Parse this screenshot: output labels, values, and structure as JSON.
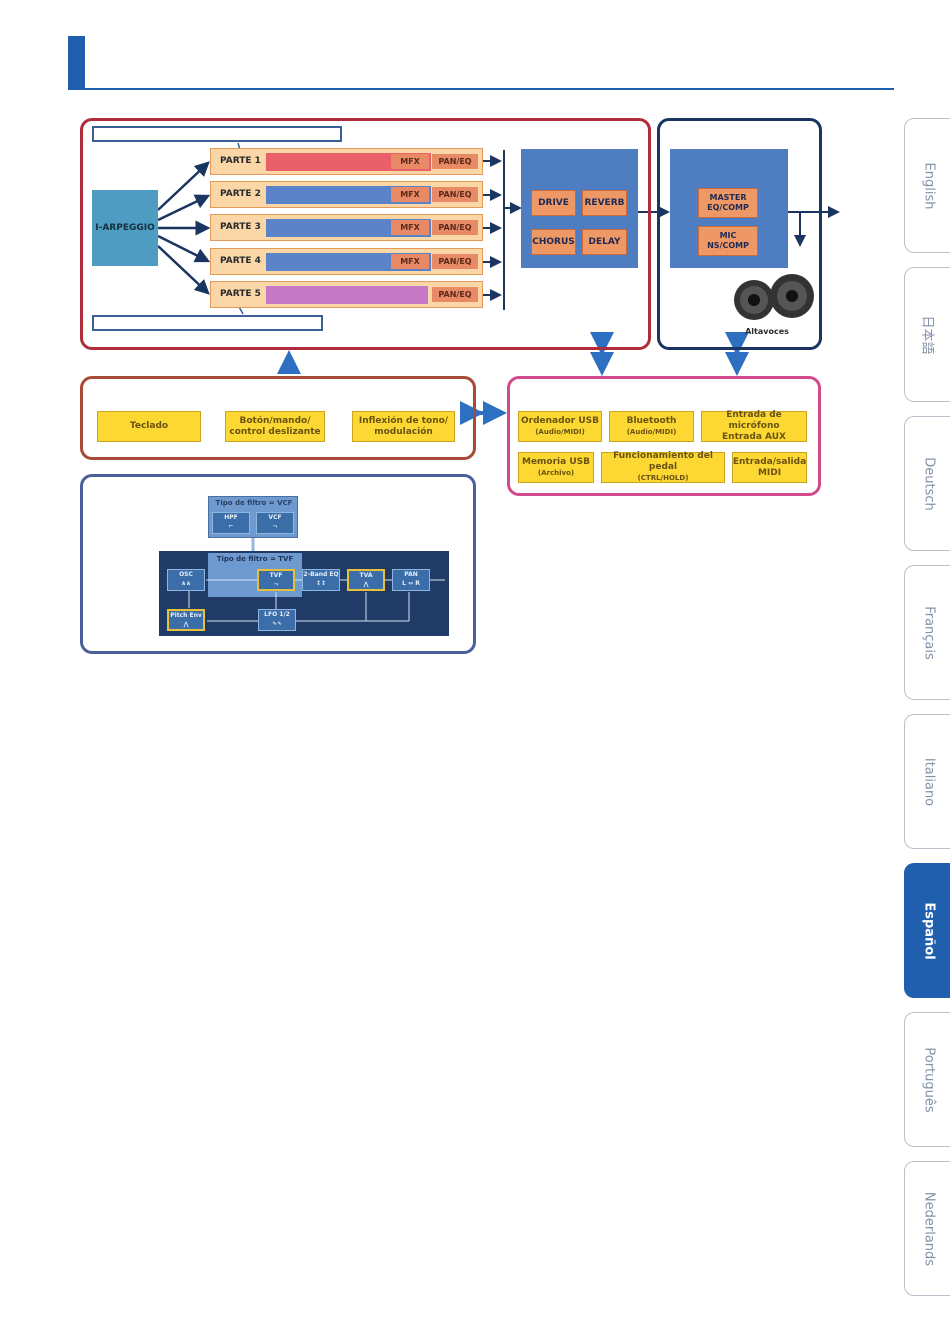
{
  "diagram": {
    "arpeggio_label": "I-ARPEGGIO",
    "parts": [
      {
        "name": "PARTE 1",
        "mfx": "MFX",
        "paneq": "PAN/EQ",
        "color": "#e9606a"
      },
      {
        "name": "PARTE 2",
        "mfx": "MFX",
        "paneq": "PAN/EQ",
        "color": "#5a83c8"
      },
      {
        "name": "PARTE 3",
        "mfx": "MFX",
        "paneq": "PAN/EQ",
        "color": "#5a83c8"
      },
      {
        "name": "PARTE 4",
        "mfx": "MFX",
        "paneq": "PAN/EQ",
        "color": "#5a83c8"
      },
      {
        "name": "PARTE 5",
        "mfx": "",
        "paneq": "PAN/EQ",
        "color": "#c679c6"
      }
    ],
    "effects": [
      "DRIVE",
      "REVERB",
      "CHORUS",
      "DELAY"
    ],
    "master": [
      "MASTER EQ/COMP",
      "MIC NS/COMP"
    ],
    "speaker_label": "Altavoces",
    "controllers": [
      "Teclado",
      "Botón/mando/ control deslizante",
      "Inflexión de tono/ modulación"
    ],
    "io": {
      "usb_computer": "Ordenador USB",
      "usb_computer_sub": "(Audio/MIDI)",
      "bluetooth": "Bluetooth",
      "bluetooth_sub": "(Audio/MIDI)",
      "mic_in": "Entrada de micrófono",
      "aux_in": "Entrada AUX",
      "usb_memory": "Memoria USB",
      "usb_memory_sub": "(Archivo)",
      "pedal": "Funcionamiento del pedal",
      "pedal_sub": "(CTRL/HOLD)",
      "midi": "Entrada/salida",
      "midi_sub": "MIDI"
    },
    "synth": {
      "vcf_title": "Tipo de filtro = VCF",
      "vcf_buttons": [
        "HPF",
        "VCF"
      ],
      "tvf_title": "Tipo de filtro = TVF",
      "osc": "OSC",
      "tvf": "TVF",
      "hpf": "2-Band EQ",
      "tva": "TVA",
      "pan": "PAN",
      "pan_sub": "L ⇔ R",
      "pitch_env": "Pitch Env",
      "lfo": "LFO 1/2"
    }
  },
  "tabs": [
    {
      "label": "English",
      "active": false
    },
    {
      "label": "日本語",
      "active": false
    },
    {
      "label": "Deutsch",
      "active": false
    },
    {
      "label": "Français",
      "active": false
    },
    {
      "label": "Italiano",
      "active": false
    },
    {
      "label": "Español",
      "active": true
    },
    {
      "label": "Português",
      "active": false
    },
    {
      "label": "Nederlands",
      "active": false
    }
  ],
  "colors": {
    "accent": "#1f5fae",
    "tab_text": "#8292a8"
  }
}
